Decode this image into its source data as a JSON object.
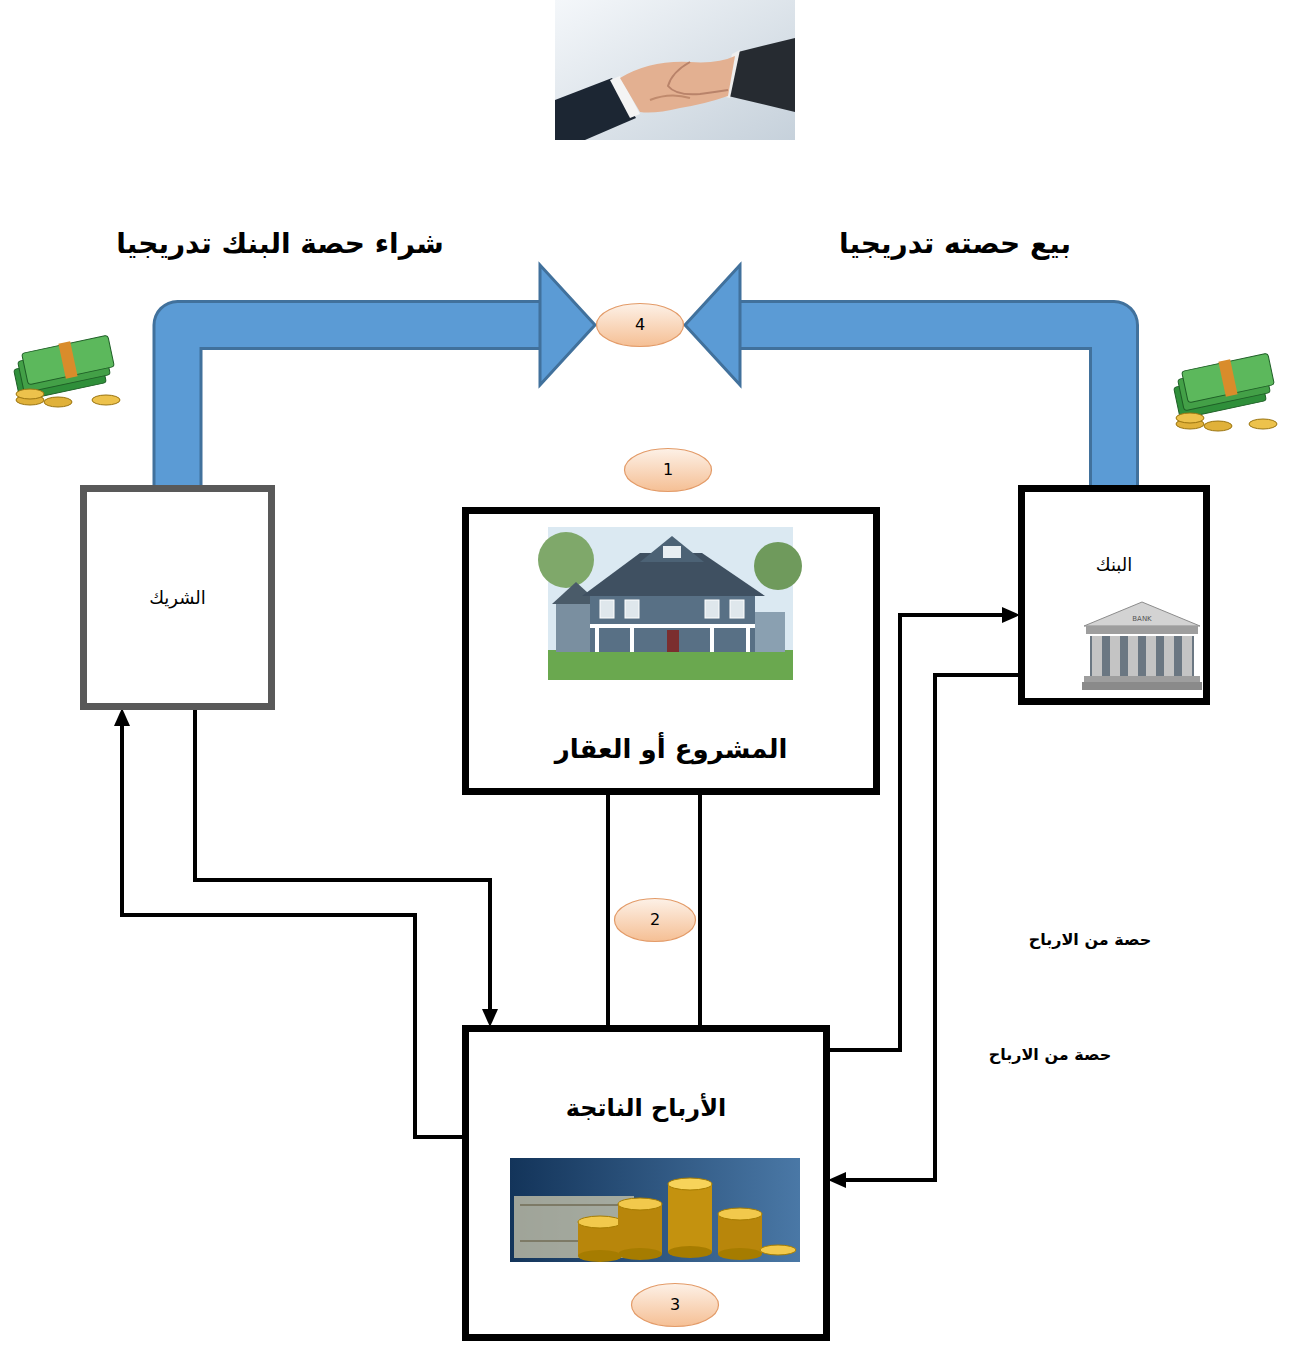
{
  "diagram": {
    "nodes": [
      {
        "text": [
          "4"
        ]
      },
      {
        "text": [
          "الشريك"
        ]
      },
      {
        "text": [
          "1"
        ]
      },
      {
        "text": [
          "المشروع أو العقار"
        ]
      },
      {
        "text": [
          "البنك"
        ]
      },
      {
        "text": [
          "2"
        ]
      },
      {
        "text": [
          "الأرباح الناتجة"
        ]
      },
      {
        "text": [
          "3"
        ],
        "in": 6
      }
    ],
    "edges": [
      {
        "from": 1,
        "to": 0,
        "arrow": "to",
        "label": "شراء حصة البنك تدريجيا"
      },
      {
        "from": 4,
        "to": 0,
        "arrow": "to",
        "label": "بيع حصته تدريجيا"
      },
      {
        "from": 3,
        "to": 6,
        "arrow": "none"
      },
      {
        "from": 3,
        "to": 6,
        "arrow": "none"
      },
      {
        "from": 1,
        "to": 6,
        "arrow": "to"
      },
      {
        "from": 6,
        "to": 1,
        "arrow": "to"
      },
      {
        "from": 6,
        "to": 4,
        "arrow": "to",
        "label": "حصة من الارباح"
      },
      {
        "from": 4,
        "to": 6,
        "arrow": "to",
        "label": "حصة من الارباح"
      }
    ],
    "labels": [
      "BANK"
    ]
  }
}
